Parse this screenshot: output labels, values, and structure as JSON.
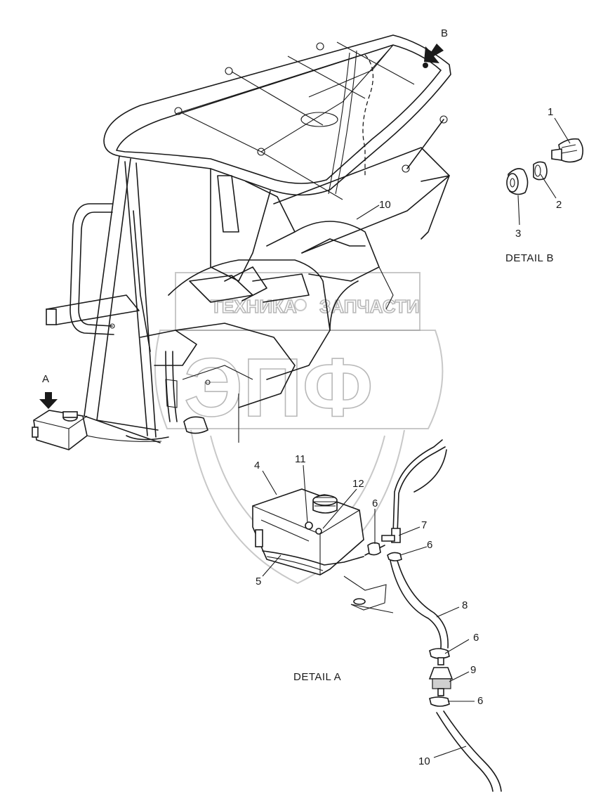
{
  "callouts": {
    "c1": "1",
    "c2": "2",
    "c3": "3",
    "c4": "4",
    "c5": "5",
    "c6a": "6",
    "c6b": "6",
    "c6c": "6",
    "c6d": "6",
    "c7": "7",
    "c8": "8",
    "c9": "9",
    "c10a": "10",
    "c10b": "10",
    "c11": "11",
    "c12": "12"
  },
  "markers": {
    "view_a": "A",
    "view_b": "B"
  },
  "captions": {
    "detail_a": "DETAIL A",
    "detail_b": "DETAIL B"
  },
  "watermark": {
    "top": "ТЕХНИКА",
    "top_right": "ЗАПЧАСТИ",
    "logo": "ЭПФ"
  }
}
